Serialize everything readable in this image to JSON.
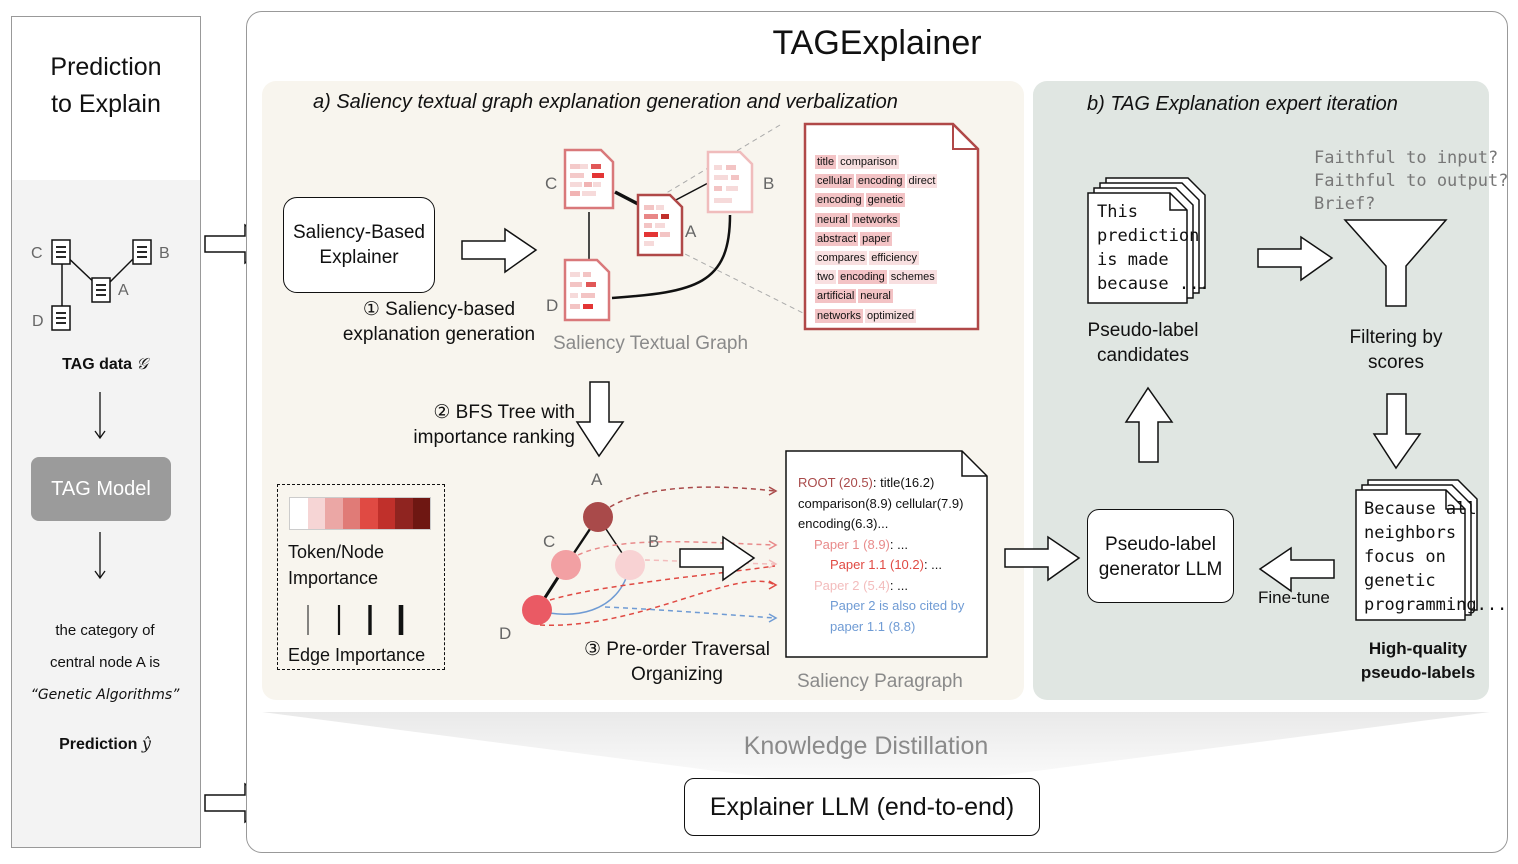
{
  "left": {
    "title_l1": "Prediction",
    "title_l2": "to Explain",
    "node_labels": {
      "a": "A",
      "b": "B",
      "c": "C",
      "d": "D"
    },
    "tag_data_label": "TAG data",
    "tag_data_symbol": "𝒢",
    "tag_model_label": "TAG Model",
    "pred_text_l1": "the category of",
    "pred_text_l2": "central node A is",
    "pred_text_l3": "“Genetic Algorithms”",
    "prediction_label": "Prediction",
    "prediction_symbol": "ŷ"
  },
  "main_title": "TAGExplainer",
  "section_a": {
    "title": "a) Saliency textual graph explanation generation and verbalization",
    "explainer_box_l1": "Saliency-Based",
    "explainer_box_l2": "Explainer",
    "step1_l1": "① Saliency-based",
    "step1_l2": "explanation generation",
    "stg_label": "Saliency Textual Graph",
    "graph_labels": {
      "a": "A",
      "b": "B",
      "c": "C",
      "d": "D"
    },
    "token_rows": [
      [
        "title",
        "comparison"
      ],
      [
        "cellular",
        "encoding",
        "direct"
      ],
      [
        "encoding",
        "genetic"
      ],
      [
        "neural",
        "networks"
      ],
      [
        "abstract",
        "paper"
      ],
      [
        "compares",
        "efficiency"
      ],
      [
        "two",
        "encoding",
        "schemes"
      ],
      [
        "artificial",
        "neural"
      ],
      [
        "networks",
        "optimized"
      ]
    ],
    "step2_l1": "② BFS Tree with",
    "step2_l2": "importance ranking",
    "legend_token_label_l1": "Token/Node",
    "legend_token_label_l2": "Importance",
    "legend_edge_label": "Edge Importance",
    "importance_colors": [
      "#ffffff",
      "#f6d5d5",
      "#eba7a5",
      "#e07b77",
      "#e04a43",
      "#c0302b",
      "#8f2420",
      "#6e1712"
    ],
    "tree_labels": {
      "a": "A",
      "b": "B",
      "c": "C",
      "d": "D"
    },
    "step3_l1": "③ Pre-order Traversal",
    "step3_l2": "Organizing",
    "paragraph": {
      "root": "ROOT (20.5)",
      "root_rest": ": title(16.2)",
      "line2": "comparison(8.9) cellular(7.9)",
      "line3": "encoding(6.3)...",
      "p1": "Paper 1 (8.9)",
      "p1_rest": ": ...",
      "p11": "Paper 1.1 (10.2)",
      "p11_rest": ": ...",
      "p2": "Paper 2 (5.4)",
      "p2_rest": ": ...",
      "cite_l1": "Paper 2 is also cited by",
      "cite_l2": "paper 1.1 (8.8)"
    },
    "paragraph_label": "Saliency Paragraph"
  },
  "section_b": {
    "title": "b) TAG Explanation expert iteration",
    "doc_text_l1": "This",
    "doc_text_l2": "prediction",
    "doc_text_l3": "is made",
    "doc_text_l4": "because ...",
    "candidates_l1": "Pseudo-label",
    "candidates_l2": "candidates",
    "criteria_l1": "Faithful to input?",
    "criteria_l2": "Faithful to output?",
    "criteria_l3": "Brief?",
    "filter_l1": "Filtering by",
    "filter_l2": "scores",
    "generator_l1": "Pseudo-label",
    "generator_l2": "generator LLM",
    "finetune": "Fine-tune",
    "hq_doc_l1": "Because all",
    "hq_doc_l2": "neighbors",
    "hq_doc_l3": "focus on",
    "hq_doc_l4": "genetic",
    "hq_doc_l5": "programming...",
    "hq_l1": "High-quality",
    "hq_l2": "pseudo-labels"
  },
  "kd_label": "Knowledge Distillation",
  "explainer_llm": "Explainer LLM (end-to-end)",
  "colors": {
    "section_a_bg": "#f8f5ee",
    "section_b_bg": "#e0e6e2",
    "tag_model_bg": "#9b9b9b",
    "gray_text": "#8a8a8a",
    "dark_red": "#a94a4a",
    "blue": "#6f9bd4"
  }
}
